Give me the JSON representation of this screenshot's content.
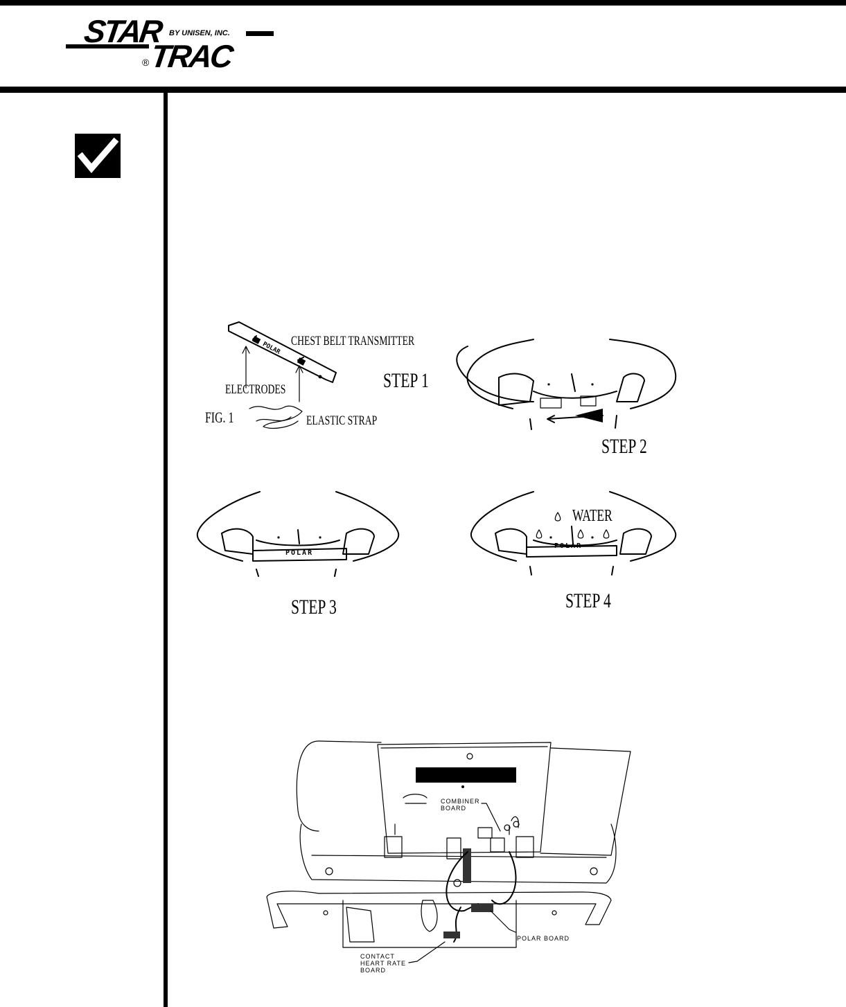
{
  "logo": {
    "brand_top": "STAR",
    "brand_bottom": "TRAC",
    "byline": "BY UNISEN, INC.",
    "registered": "®"
  },
  "figure_steps": {
    "chest_belt_label": "CHEST BELT TRANSMITTER",
    "electrodes_label": "ELECTRODES",
    "elastic_strap_label": "ELASTIC STRAP",
    "fig_label": "FIG. 1",
    "belt_brand": "POLAR",
    "water_label": "WATER",
    "step1": "STEP 1",
    "step2": "STEP 2",
    "step3": "STEP 3",
    "step4": "STEP 4"
  },
  "figure_console": {
    "combiner_board_label": "COMBINER\nBOARD",
    "contact_hr_board_label": "CONTACT\nHEART RATE\nBOARD",
    "polar_board_label": "POLAR BOARD"
  },
  "colors": {
    "ink": "#000000",
    "paper": "#ffffff"
  },
  "icons": {
    "checkbox": "checkmark-box-icon"
  }
}
